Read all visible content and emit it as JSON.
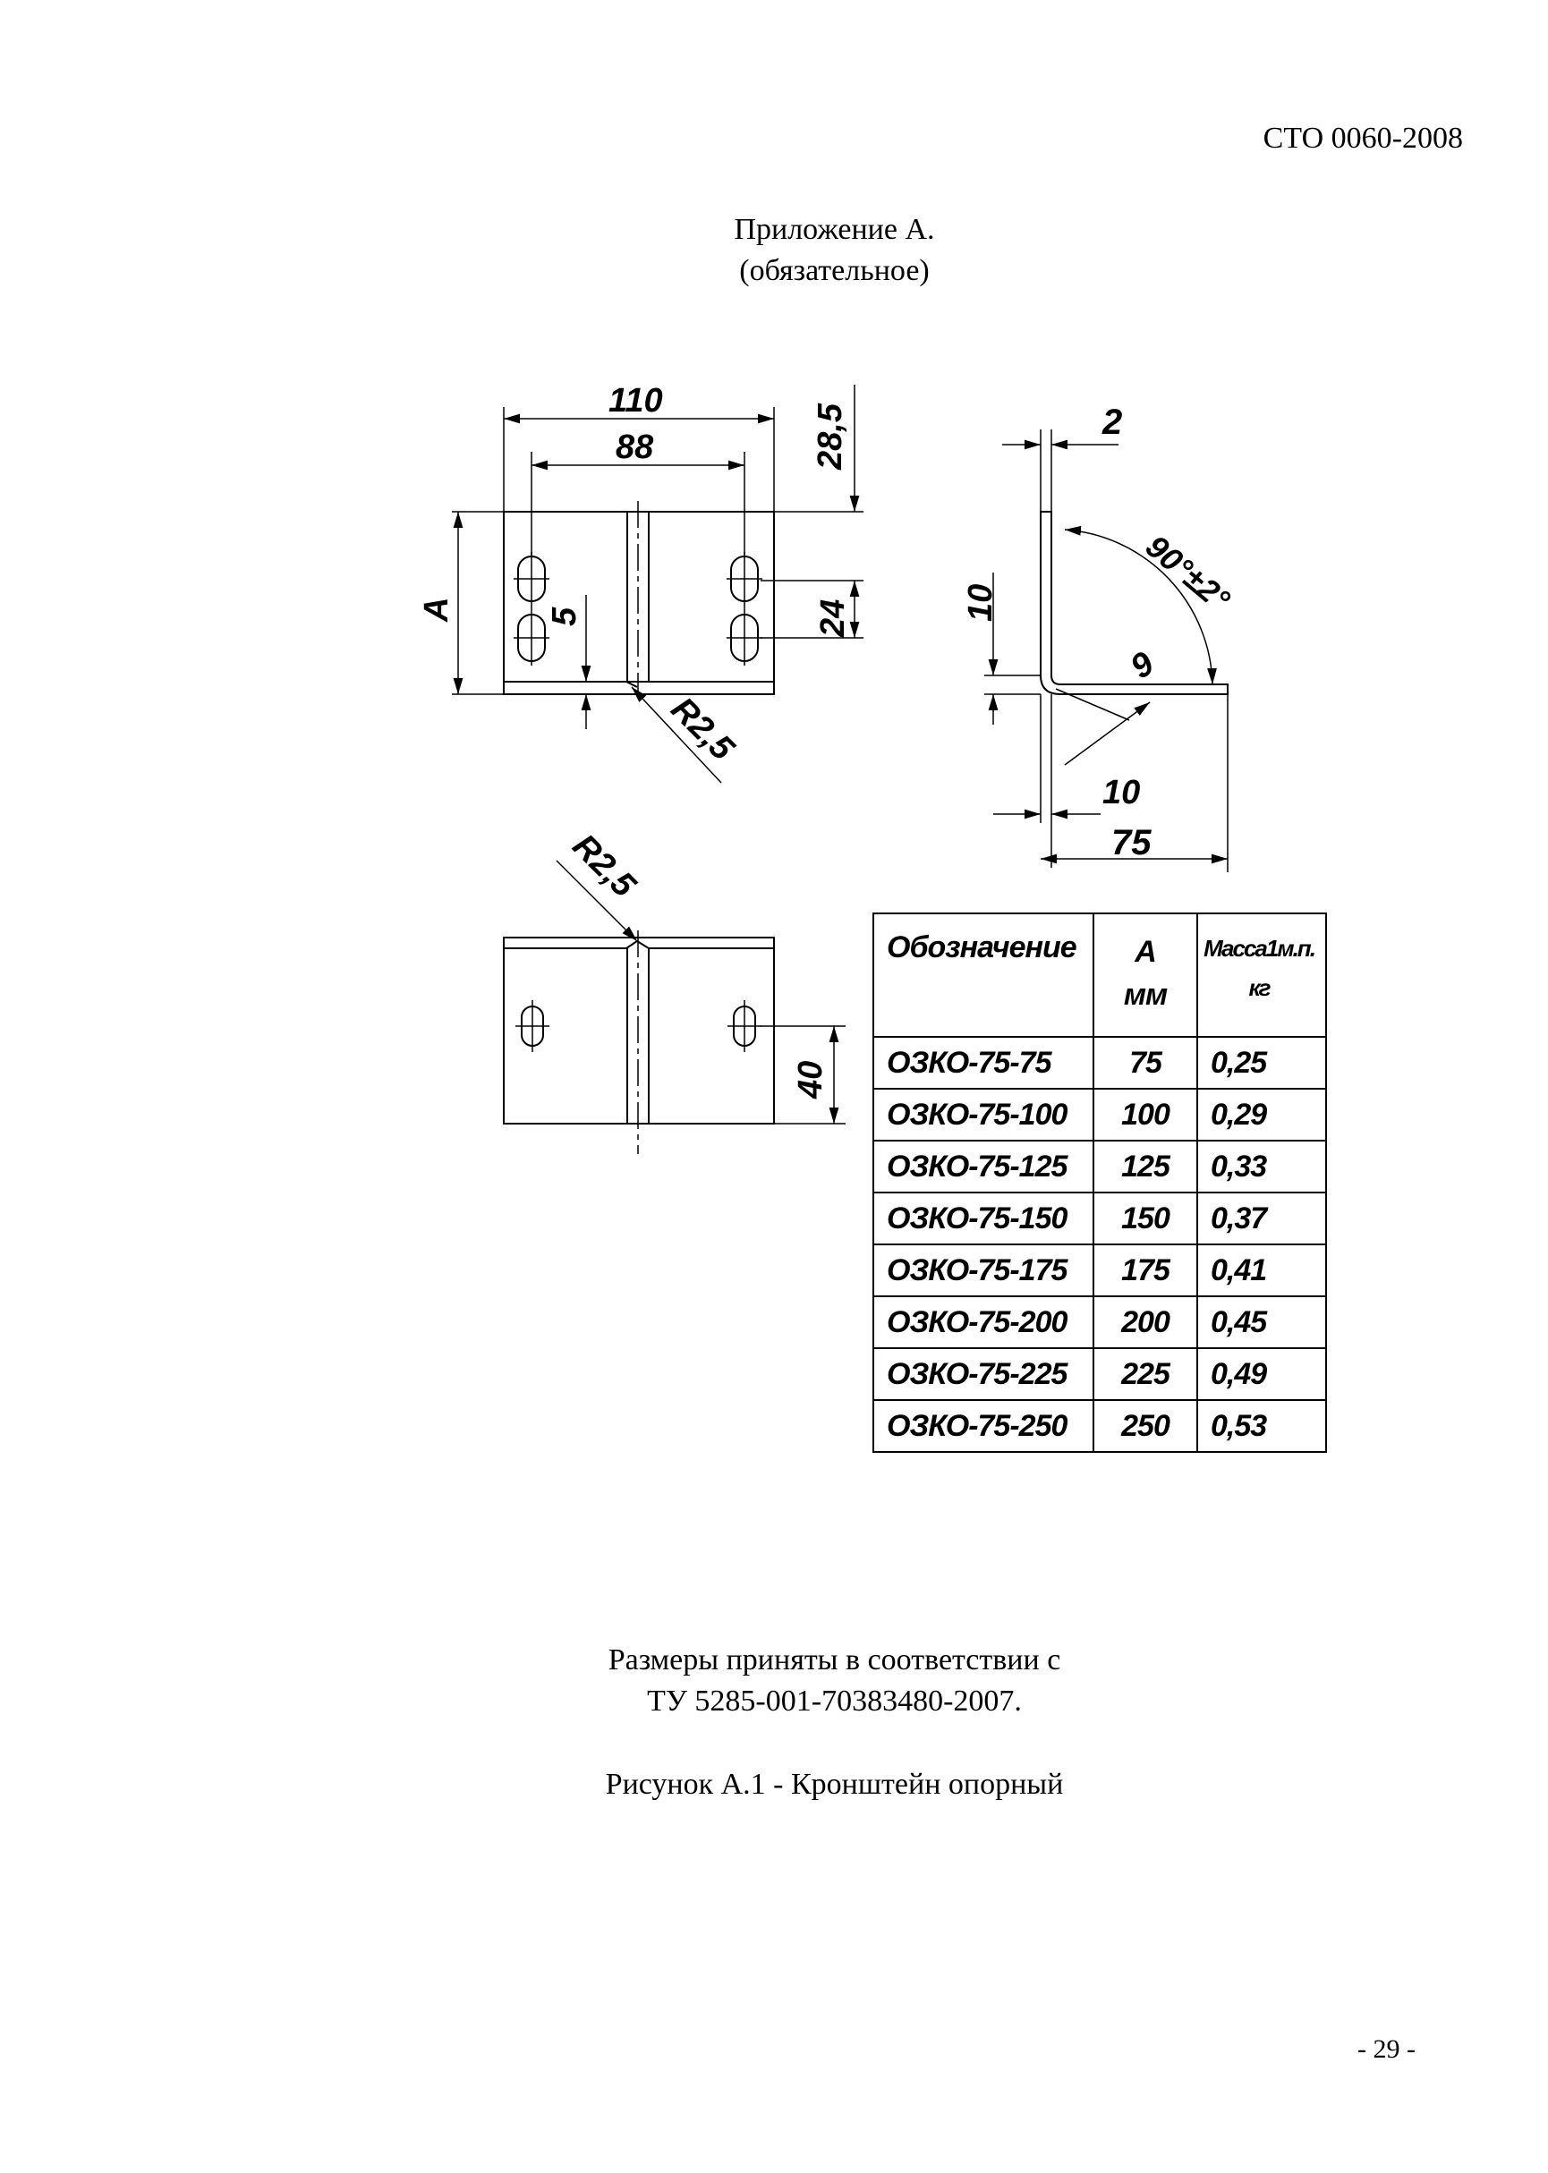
{
  "header": {
    "doc_code": "СТО 0060-2008"
  },
  "heading": {
    "line1": "Приложение А.",
    "line2": "(обязательное)"
  },
  "drawing": {
    "front_view": {
      "dim_overall_width": "110",
      "dim_hole_spacing": "88",
      "dim_top_offset": "28,5",
      "dim_slot_spacing": "24",
      "dim_height_var": "А",
      "dim_slot_offset": "5",
      "dim_bend_radius": "R2,5"
    },
    "side_view": {
      "dim_thickness": "2",
      "dim_angle": "90°±2°",
      "dim_vertical_10": "10",
      "dim_9": "9",
      "dim_10": "10",
      "dim_75": "75"
    },
    "bottom_view": {
      "dim_bend_radius": "R2,5",
      "dim_40": "40"
    }
  },
  "table": {
    "headers": {
      "designation": "Обозначение",
      "a_line1": "А",
      "a_line2": "мм",
      "mass_line1": "Масса1м.п.",
      "mass_line2": "кг"
    },
    "rows": [
      {
        "designation": "ОЗКО-75-75",
        "a": "75",
        "mass": "0,25"
      },
      {
        "designation": "ОЗКО-75-100",
        "a": "100",
        "mass": "0,29"
      },
      {
        "designation": "ОЗКО-75-125",
        "a": "125",
        "mass": "0,33"
      },
      {
        "designation": "ОЗКО-75-150",
        "a": "150",
        "mass": "0,37"
      },
      {
        "designation": "ОЗКО-75-175",
        "a": "175",
        "mass": "0,41"
      },
      {
        "designation": "ОЗКО-75-200",
        "a": "200",
        "mass": "0,45"
      },
      {
        "designation": "ОЗКО-75-225",
        "a": "225",
        "mass": "0,49"
      },
      {
        "designation": "ОЗКО-75-250",
        "a": "250",
        "mass": "0,53"
      }
    ]
  },
  "footer": {
    "note_line1": "Размеры приняты в соответствии с",
    "note_line2": "ТУ 5285-001-70383480-2007.",
    "caption": "Рисунок А.1 - Кронштейн опорный",
    "page_number": "- 29 -"
  }
}
